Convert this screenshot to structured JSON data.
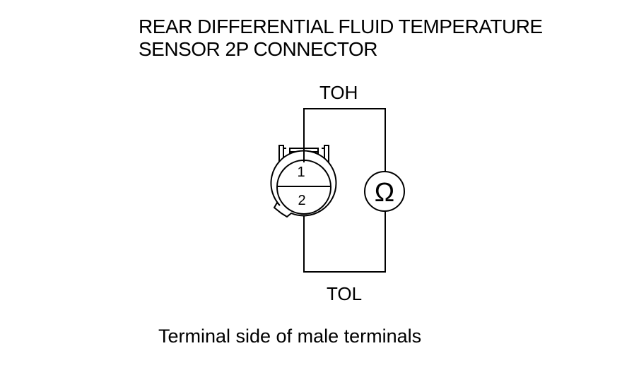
{
  "title": {
    "line1": "REAR DIFFERENTIAL FLUID TEMPERATURE",
    "line2": "SENSOR 2P CONNECTOR"
  },
  "wires": {
    "top_label": "TOH",
    "bottom_label": "TOL"
  },
  "connector": {
    "terminal_1": "1",
    "terminal_2": "2"
  },
  "meter": {
    "symbol": "Ω",
    "icon": "ohmmeter-icon"
  },
  "caption": "Terminal side of male terminals"
}
